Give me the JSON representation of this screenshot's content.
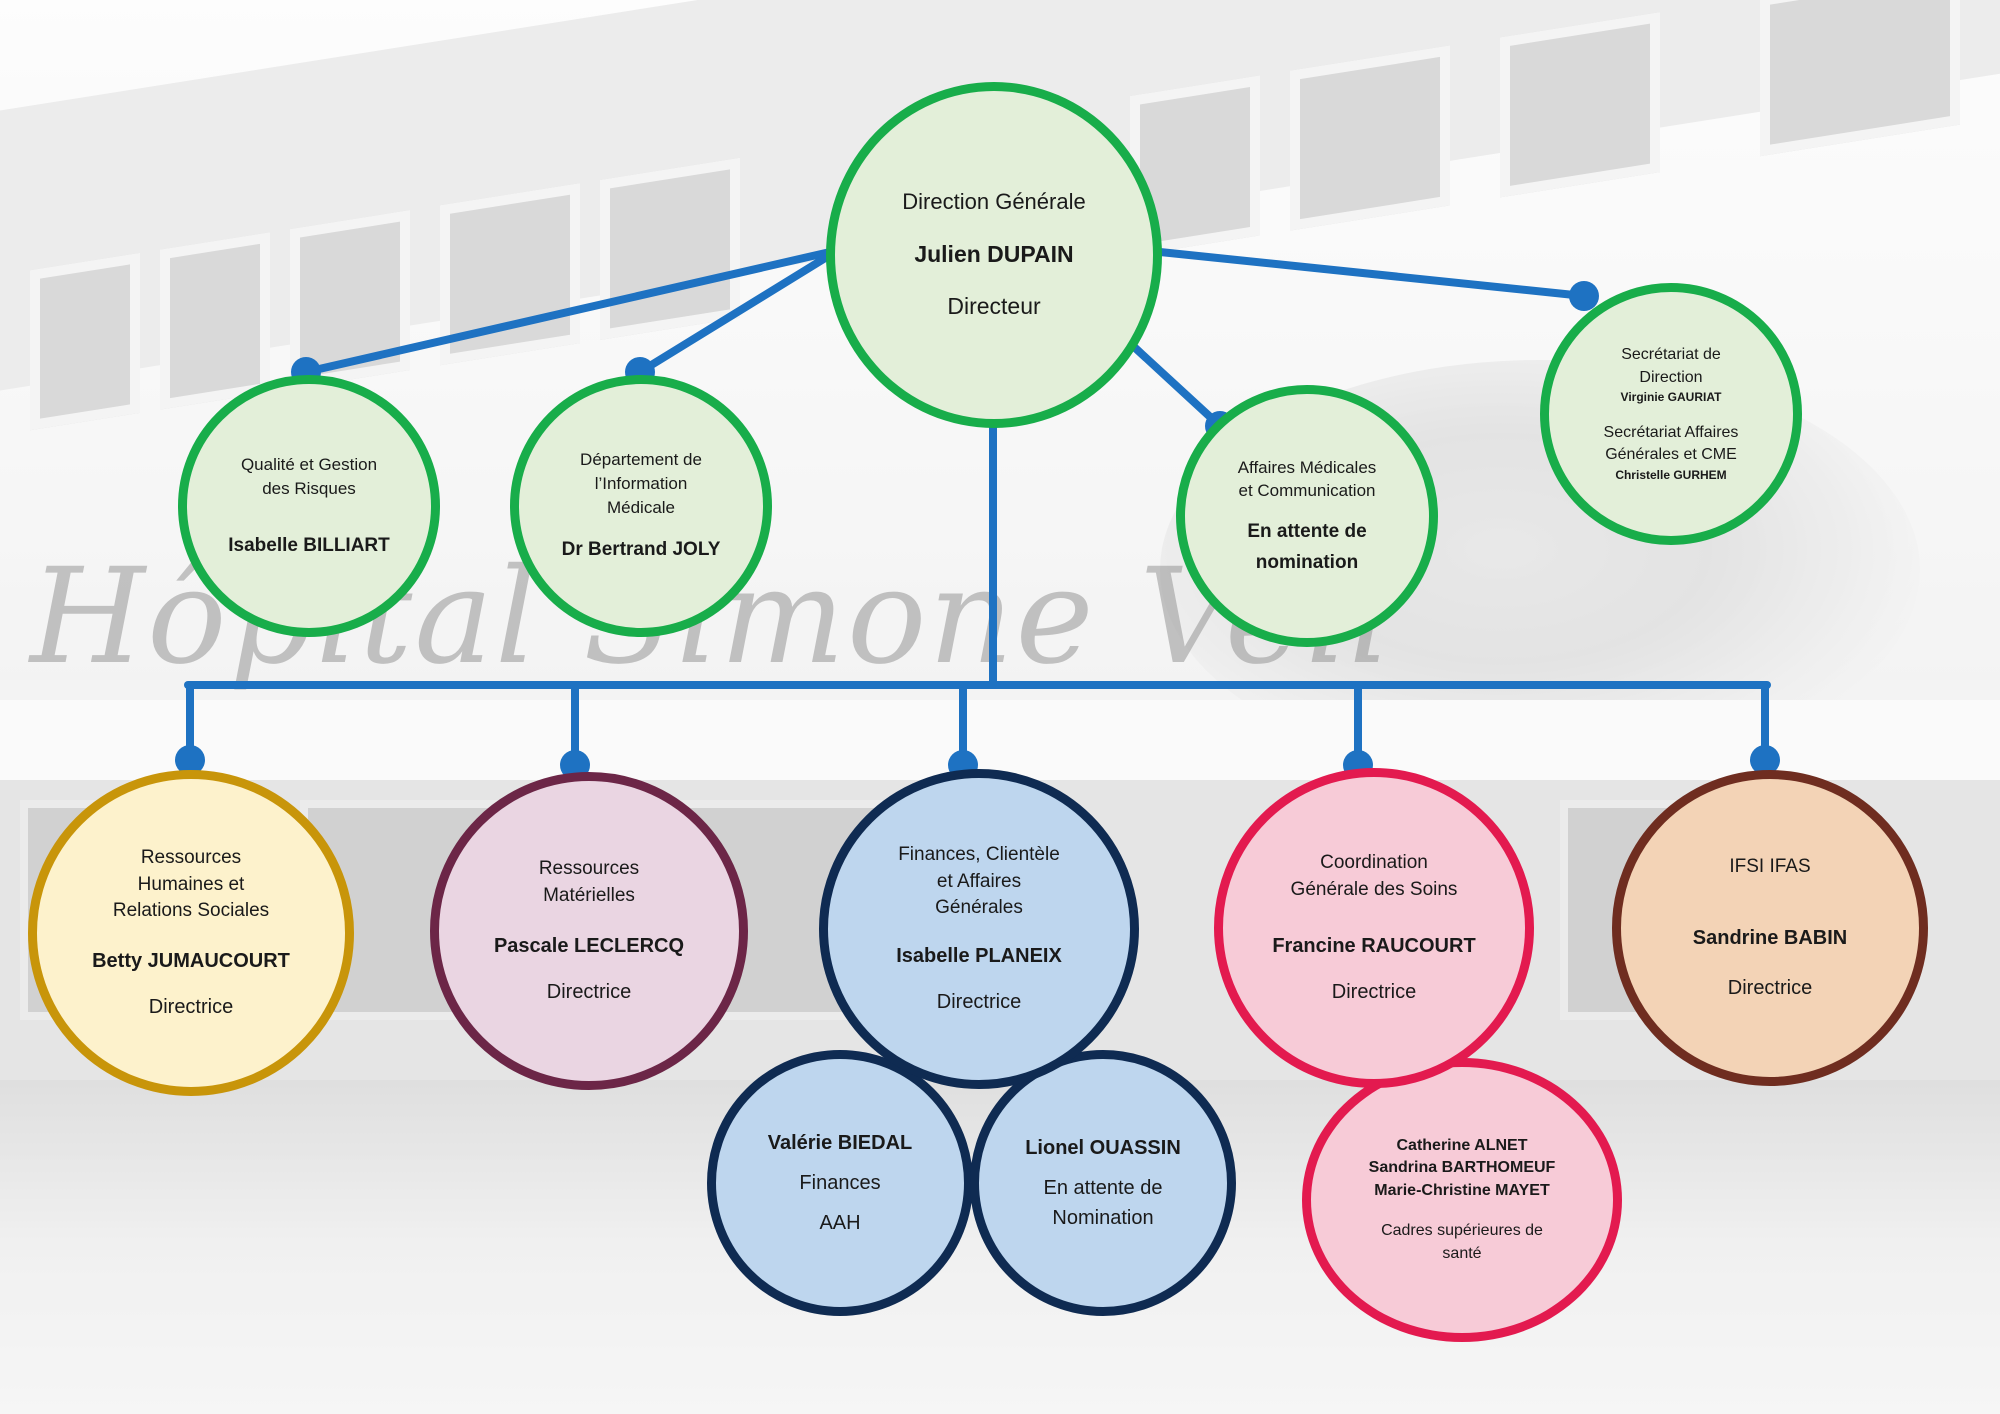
{
  "watermark": "Hôpital Simone Veil",
  "colors": {
    "connector": "#1e72c2",
    "green": "#18ad4a",
    "gold": "#c8950a",
    "plum": "#6c2647",
    "navy": "#0f2b52",
    "crimson": "#e31a4f",
    "brown": "#6f2d20"
  },
  "direction": {
    "title": "Direction Générale",
    "name": "Julien DUPAIN",
    "role": "Directeur"
  },
  "qualite": {
    "title_1": "Qualité et Gestion",
    "title_2": "des Risques",
    "name": "Isabelle BILLIART"
  },
  "dim": {
    "title_1": "Département de",
    "title_2": "l’Information",
    "title_3": "Médicale",
    "name": "Dr Bertrand JOLY"
  },
  "affaires_medicales": {
    "title_1": "Affaires Médicales",
    "title_2": "et Communication",
    "name_1": "En attente de",
    "name_2": "nomination"
  },
  "secretariat": {
    "title_1a": "Secrétariat de",
    "title_1b": "Direction",
    "name_1": "Virginie GAURIAT",
    "title_2a": "Secrétariat Affaires",
    "title_2b": "Générales et CME",
    "name_2": "Christelle GURHEM"
  },
  "rh": {
    "title_1": "Ressources",
    "title_2": "Humaines et",
    "title_3": "Relations Sociales",
    "name": "Betty JUMAUCOURT",
    "role": "Directrice"
  },
  "rm": {
    "title_1": "Ressources",
    "title_2": "Matérielles",
    "name": "Pascale LECLERCQ",
    "role": "Directrice"
  },
  "finances": {
    "title_1": "Finances, Clientèle",
    "title_2": "et Affaires",
    "title_3": "Générales",
    "name": "Isabelle PLANEIX",
    "role": "Directrice"
  },
  "finances_sub1": {
    "name": "Valérie BIEDAL",
    "line_1": "Finances",
    "line_2": "AAH"
  },
  "finances_sub2": {
    "name": "Lionel OUASSIN",
    "line_1": "En attente de",
    "line_2": "Nomination"
  },
  "soins": {
    "title_1": "Coordination",
    "title_2": "Générale des Soins",
    "name": "Francine RAUCOURT",
    "role": "Directrice"
  },
  "soins_sub": {
    "name_1": "Catherine ALNET",
    "name_2": "Sandrina BARTHOMEUF",
    "name_3": "Marie-Christine MAYET",
    "role_1": "Cadres supérieures de",
    "role_2": "santé"
  },
  "ifsi": {
    "title": "IFSI IFAS",
    "name": "Sandrine BABIN",
    "role": "Directrice"
  }
}
